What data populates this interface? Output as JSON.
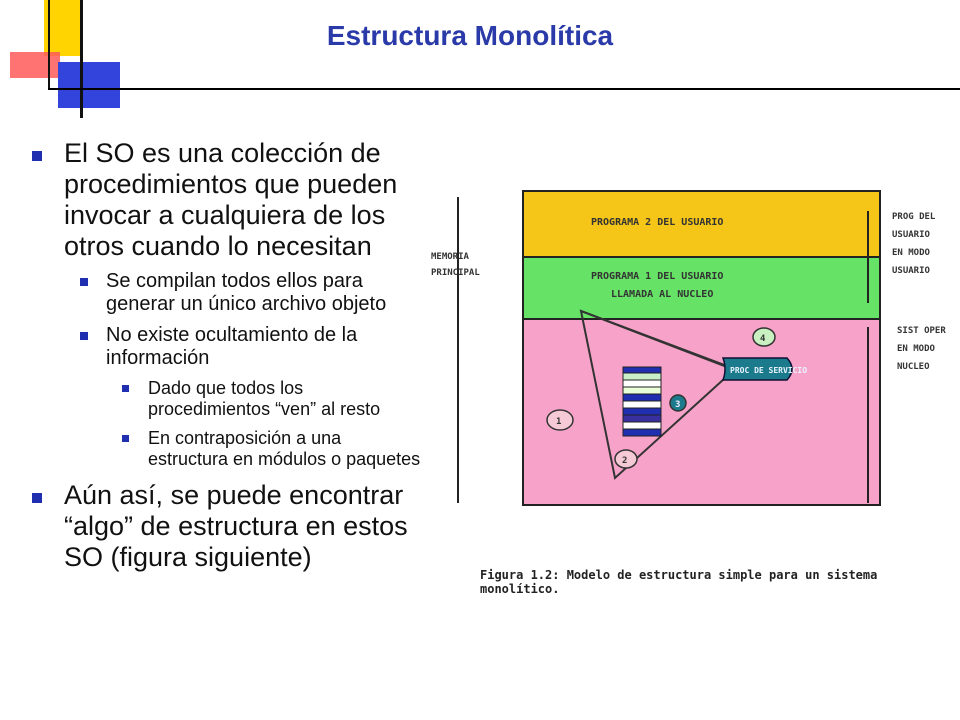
{
  "title": "Estructura Monolítica",
  "bullets": [
    {
      "level": 1,
      "text": "El SO es una colección de procedimientos que pueden invocar a cualquiera de los otros cuando lo necesitan"
    },
    {
      "level": 2,
      "text": " Se compilan todos ellos para generar un único archivo objeto"
    },
    {
      "level": 2,
      "text": "No existe ocultamiento de la información"
    },
    {
      "level": 3,
      "text": "Dado que todos los procedimientos “ven” al resto"
    },
    {
      "level": 3,
      "text": "En contraposición a una estructura en módulos o paquetes"
    },
    {
      "level": 1,
      "text": "Aún así, se puede encontrar “algo” de estructura en estos SO (figura siguiente)"
    }
  ],
  "figure": {
    "label_memory": [
      "MEMORIA",
      "PRINCIPAL"
    ],
    "band_user2": "PROGRAMA 2 DEL USUARIO",
    "band_user1": [
      "PROGRAMA 1 DEL USUARIO",
      "LLAMADA AL NUCLEO"
    ],
    "label_user_mode": [
      "PROG DEL",
      "USUARIO",
      "EN MODO",
      "USUARIO"
    ],
    "label_kernel_mode": [
      "SIST OPER",
      "EN MODO",
      "NUCLEO"
    ],
    "service_proc": "PROC DE SERVICIO",
    "step_labels": [
      "1",
      "2",
      "3",
      "4"
    ],
    "caption": "Figura 1.2: Modelo de estructura simple para un sistema monolítico.",
    "colors": {
      "user2": "#f5c518",
      "user1": "#66e266",
      "kernel": "#f7a3c9",
      "service": "#1b7a8c"
    }
  }
}
